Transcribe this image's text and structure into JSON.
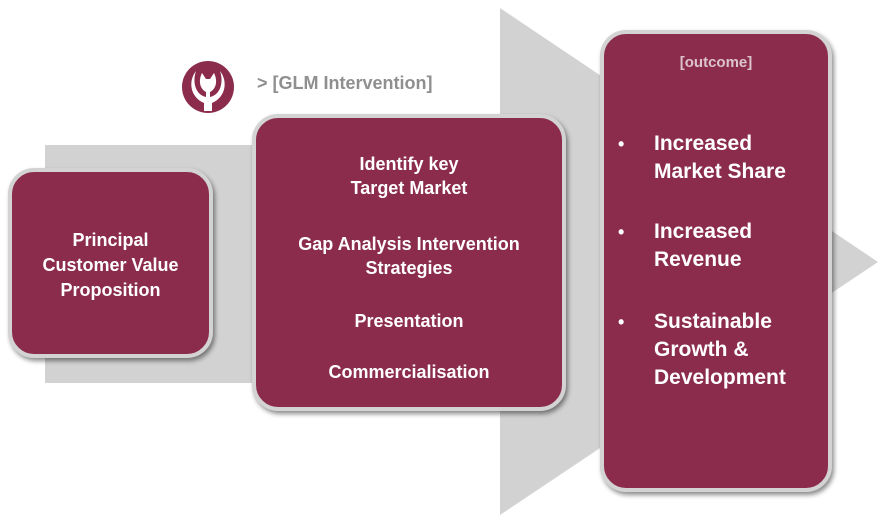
{
  "header": {
    "intervention_label": "> [GLM Intervention]"
  },
  "stage1": {
    "lines": [
      "Principal",
      "Customer Value",
      "Proposition"
    ]
  },
  "stage2": {
    "items": [
      [
        "Identify key",
        "Target Market"
      ],
      [
        "Gap Analysis Intervention",
        "Strategies"
      ],
      [
        "Presentation"
      ],
      [
        "Commercialisation"
      ]
    ]
  },
  "stage3": {
    "header": "[outcome]",
    "bullet": "•",
    "outcomes": [
      [
        "Increased",
        "Market Share"
      ],
      [
        "Increased",
        "Revenue"
      ],
      [
        "Sustainable",
        "Growth &",
        "Development"
      ]
    ]
  },
  "colors": {
    "box_fill": "#8b2c4c",
    "box_border": "#d3d3d3",
    "arrow": "#d2d2d2",
    "label_gray": "#8f8f8f"
  },
  "icons": {
    "logo": "glm-logo-icon"
  }
}
